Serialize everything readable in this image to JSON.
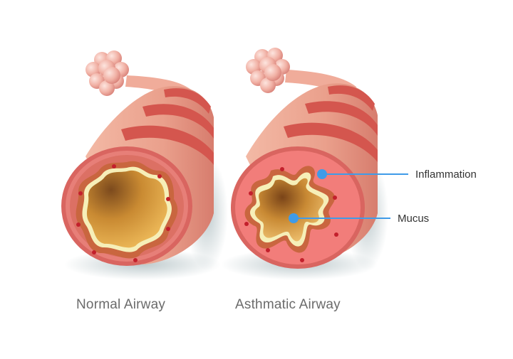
{
  "diagram": {
    "panels": [
      {
        "id": "normal",
        "caption": "Normal Airway"
      },
      {
        "id": "asthmatic",
        "caption": "Asthmatic Airway"
      }
    ],
    "annotations": [
      {
        "label": "Inflammation",
        "target": "asthmatic airway wall"
      },
      {
        "label": "Mucus",
        "target": "asthmatic airway lumen"
      }
    ],
    "colors": {
      "tube_outer": "#e7a08e",
      "tube_ring": "#d4564e",
      "wall": "#ef8a88",
      "lumen": "#e4a646",
      "lumen_dark": "#8a5320",
      "lining": "#f6efb8",
      "vessel": "#c3202c",
      "pointer": "#3f9be8",
      "alveoli": "#f2b6aa"
    }
  }
}
